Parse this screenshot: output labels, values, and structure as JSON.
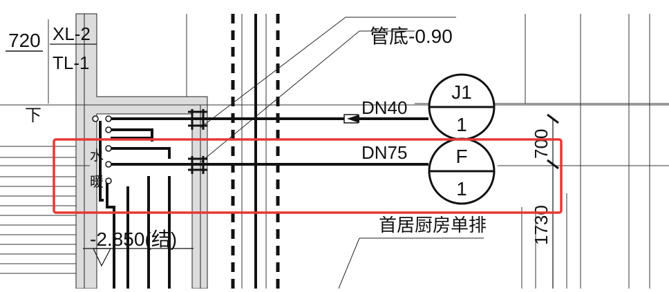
{
  "labels": {
    "dim_left": "720",
    "riser_1": "XL-2",
    "riser_2": "TL-1",
    "down_mark": "下",
    "pipe_bottom": "管底-0.90",
    "dn40": "DN40",
    "dn75": "DN75",
    "j1_top": "J1",
    "j1_bottom": "1",
    "f_top": "F",
    "f_bottom": "1",
    "dim_700": "700",
    "dim_1730": "1730",
    "kitchen_drain": "首居厨房单排",
    "elevation": "-2.850(结)",
    "water": "水",
    "heat": "暖"
  },
  "colors": {
    "ink": "#111111",
    "wall_fill": "#d9d9d9",
    "highlight": "#e53935",
    "background": "#ffffff"
  }
}
